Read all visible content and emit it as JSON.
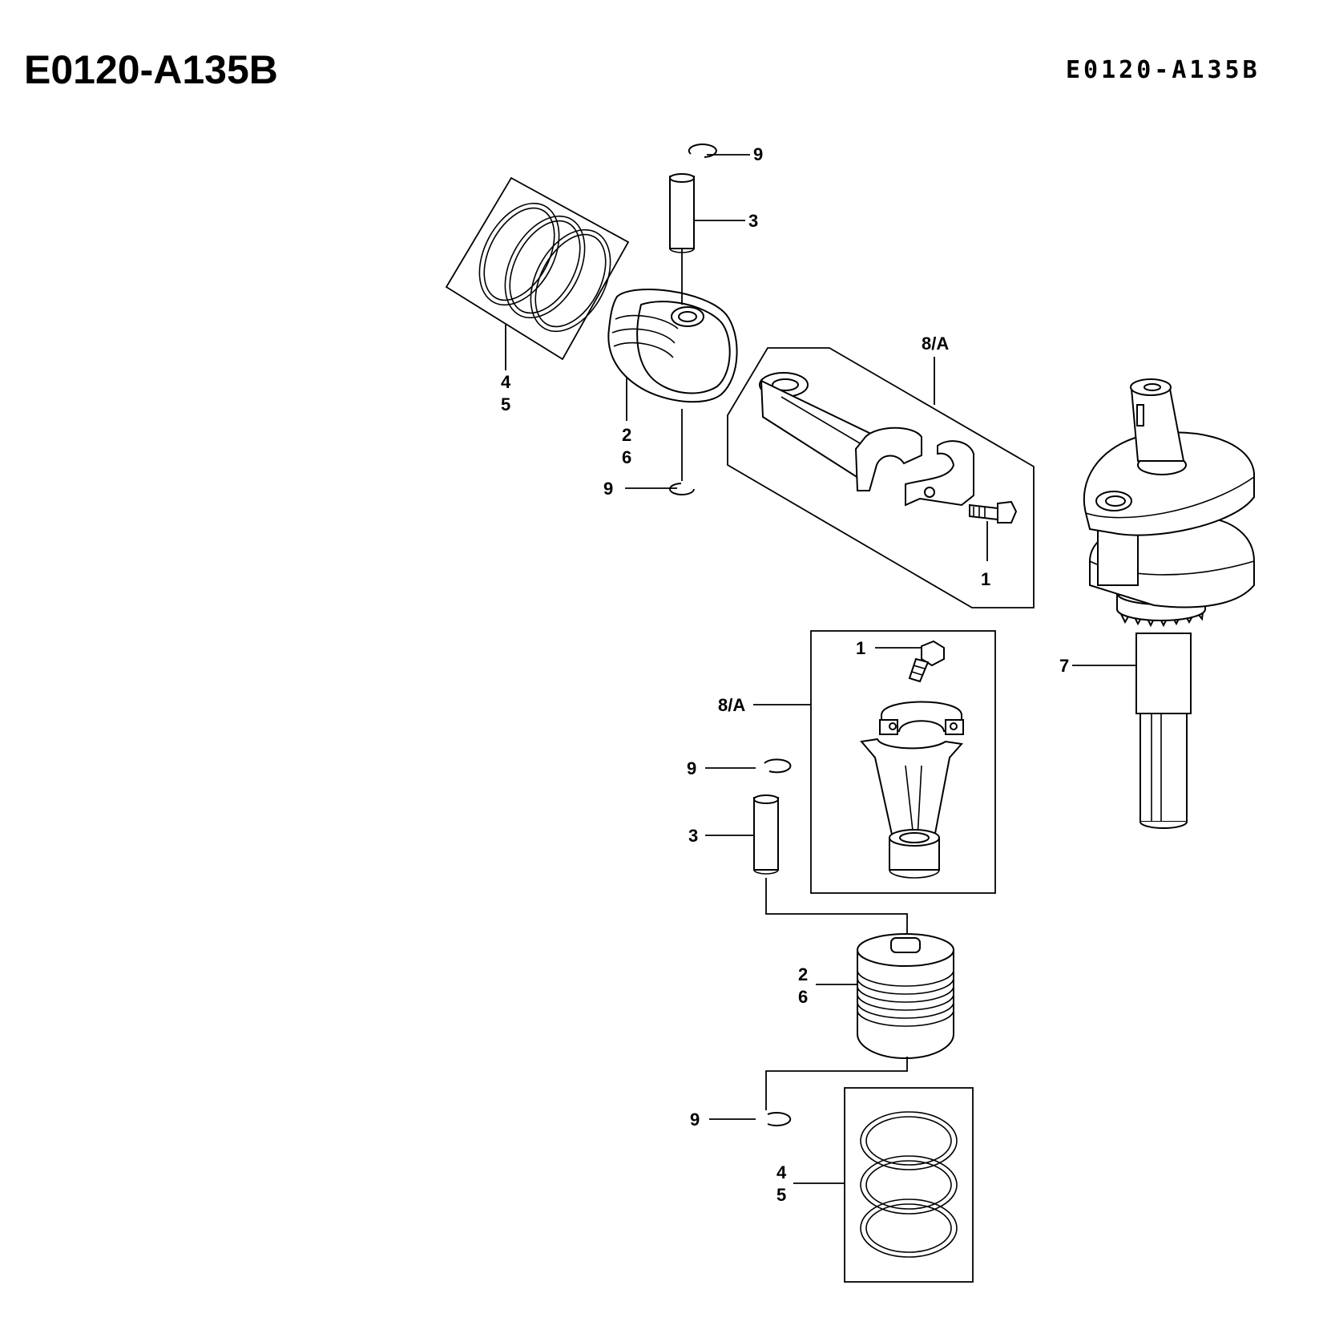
{
  "header": {
    "title_left": "E0120-A135B",
    "title_right": "E0120-A135B"
  },
  "callouts": {
    "top_clip_upper": "9",
    "top_pin": "3",
    "top_rings_a": "4",
    "top_rings_b": "5",
    "top_piston_a": "2",
    "top_piston_b": "6",
    "top_clip_lower": "9",
    "top_rod_assembly": "8/A",
    "top_rod_bolt": "1",
    "crankshaft": "7",
    "low_rod_bolt": "1",
    "low_rod_assembly": "8/A",
    "low_clip_upper": "9",
    "low_pin": "3",
    "low_piston_a": "2",
    "low_piston_b": "6",
    "low_clip_lower": "9",
    "low_rings_a": "4",
    "low_rings_b": "5"
  }
}
